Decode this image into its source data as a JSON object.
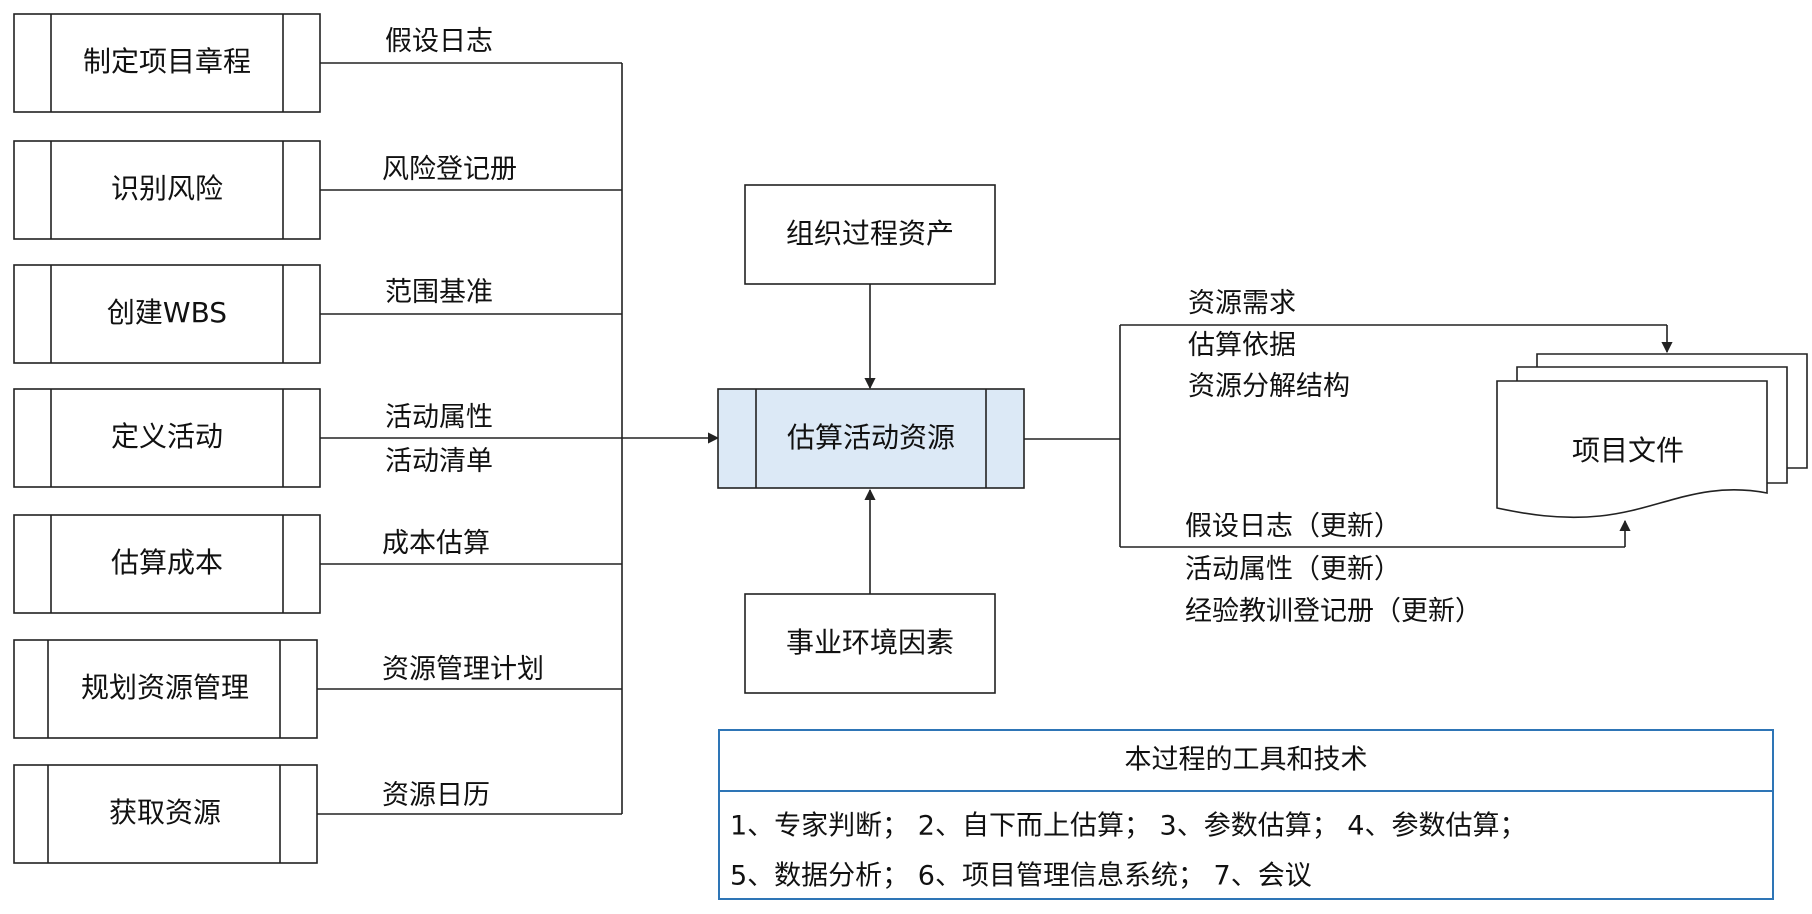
{
  "inputs": [
    {
      "process": "制定项目章程",
      "output": "假设日志"
    },
    {
      "process": "识别风险",
      "output": "风险登记册"
    },
    {
      "process": "创建WBS",
      "output": "范围基准"
    },
    {
      "process": "定义活动",
      "output": "活动属性",
      "output2": "活动清单"
    },
    {
      "process": "估算成本",
      "output": "成本估算"
    },
    {
      "process": "规划资源管理",
      "output": "资源管理计划"
    },
    {
      "process": "获取资源",
      "output": "资源日历"
    }
  ],
  "center": {
    "process": "估算活动资源",
    "top_input": "组织过程资产",
    "bottom_input": "事业环境因素"
  },
  "outputs": {
    "group1": [
      "资源需求",
      "估算依据",
      "资源分解结构"
    ],
    "group2": [
      "假设日志（更新）",
      "活动属性（更新）",
      "经验教训登记册（更新）"
    ],
    "documents": "项目文件"
  },
  "tools": {
    "title": "本过程的工具和技术",
    "row1": "1、专家判断；   2、自下而上估算；   3、参数估算；   4、参数估算；",
    "row2": "5、数据分析；   6、项目管理信息系统；   7、会议"
  },
  "colors": {
    "process_fill": "#dce9f6",
    "tools_border": "#2e75b6"
  }
}
